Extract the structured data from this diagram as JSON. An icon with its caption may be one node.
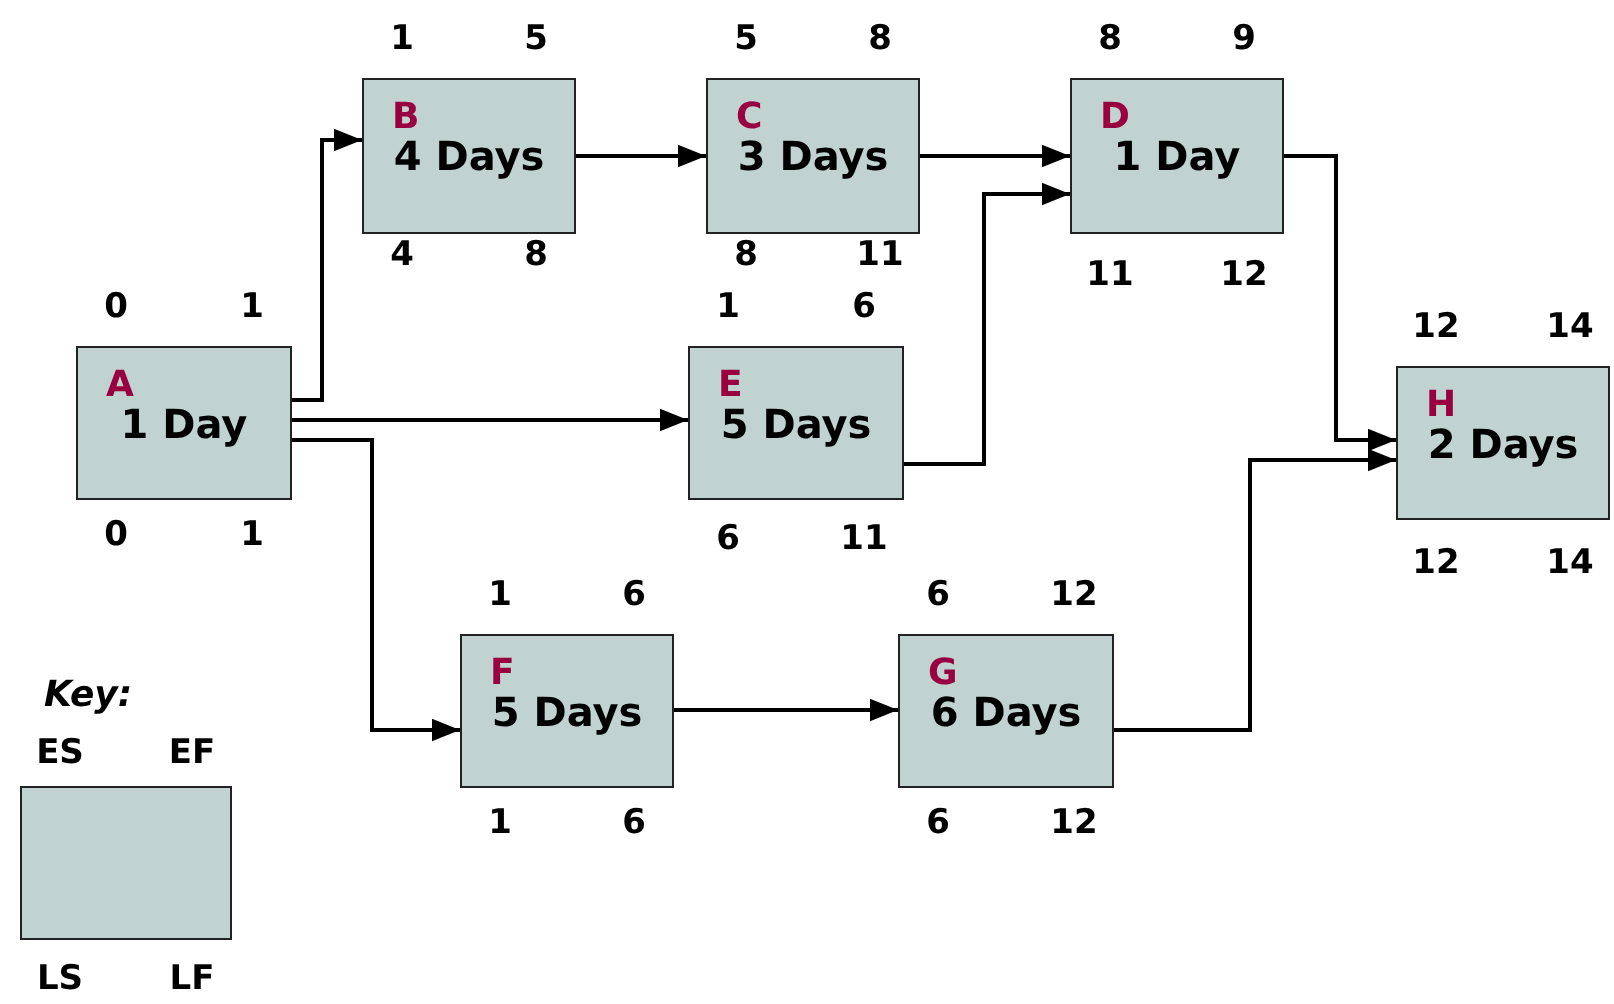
{
  "diagram": {
    "nodes": [
      {
        "text": [
          "A",
          "1 Day"
        ],
        "beside": [
          "0",
          "1",
          "0",
          "1"
        ]
      },
      {
        "text": [
          "B",
          "4 Days"
        ],
        "beside": [
          "1",
          "5",
          "4",
          "8"
        ]
      },
      {
        "text": [
          "C",
          "3 Days"
        ],
        "beside": [
          "5",
          "8",
          "8",
          "11"
        ]
      },
      {
        "text": [
          "D",
          "1 Day"
        ],
        "beside": [
          "8",
          "9",
          "11",
          "12"
        ]
      },
      {
        "text": [
          "E",
          "5 Days"
        ],
        "beside": [
          "1",
          "6",
          "6",
          "11"
        ]
      },
      {
        "text": [
          "F",
          "5 Days"
        ],
        "beside": [
          "1",
          "6",
          "1",
          "6"
        ]
      },
      {
        "text": [
          "G",
          "6 Days"
        ],
        "beside": [
          "6",
          "12",
          "6",
          "12"
        ]
      },
      {
        "text": [
          "H",
          "2 Days"
        ],
        "beside": [
          "12",
          "14",
          "12",
          "14"
        ]
      },
      {
        "text": [],
        "shape": "box",
        "beside": [
          "ES",
          "EF",
          "LS",
          "LF"
        ]
      }
    ],
    "edges": [
      {
        "from": 0,
        "to": 1,
        "arrow": "to"
      },
      {
        "from": 0,
        "to": 4,
        "arrow": "to"
      },
      {
        "from": 0,
        "to": 5,
        "arrow": "to"
      },
      {
        "from": 1,
        "to": 2,
        "arrow": "to"
      },
      {
        "from": 2,
        "to": 3,
        "arrow": "to"
      },
      {
        "from": 4,
        "to": 3,
        "arrow": "to"
      },
      {
        "from": 3,
        "to": 7,
        "arrow": "to"
      },
      {
        "from": 5,
        "to": 6,
        "arrow": "to"
      },
      {
        "from": 6,
        "to": 7,
        "arrow": "to"
      }
    ],
    "labels": [
      "Key:"
    ]
  }
}
